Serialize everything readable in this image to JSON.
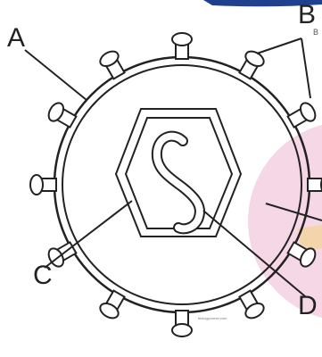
{
  "diagram": {
    "labels": {
      "a": "A",
      "b": "B",
      "b_small": "B",
      "c": "C",
      "d": "D"
    },
    "watermark": "biologycorner.com",
    "colors": {
      "stroke": "#222222",
      "background": "#ffffff",
      "pink_overlay": "#e9a6c8",
      "yellow_accent": "#f3d27a",
      "blue_bar": "#1f3f8f"
    }
  }
}
